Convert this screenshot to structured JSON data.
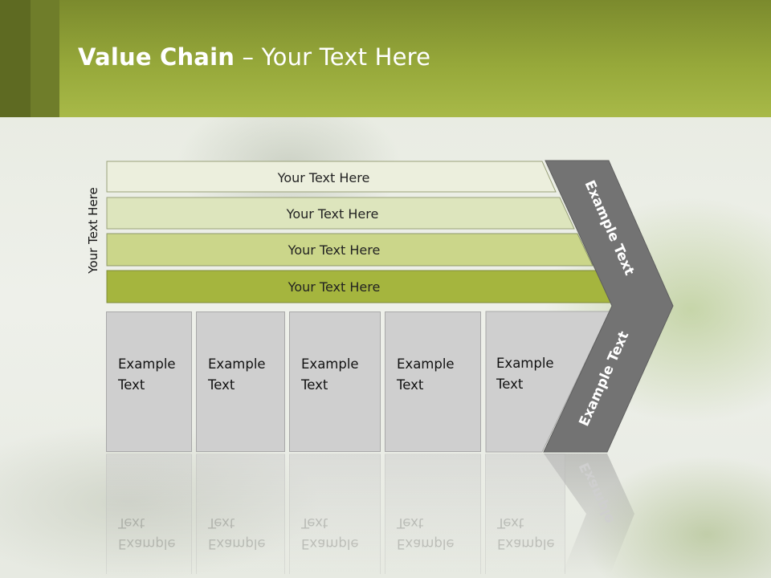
{
  "slide": {
    "title_bold": "Value Chain",
    "title_rest": " – Your Text Here",
    "side_label": "Your Text Here",
    "bars": [
      "Your Text Here",
      "Your Text Here",
      "Your Text Here",
      "Your Text Here"
    ],
    "bar_colors": [
      "#ecefdd",
      "#dde5bd",
      "#cbd68a",
      "#a5b53e"
    ],
    "boxes": [
      {
        "line1": "Example",
        "line2": "Text"
      },
      {
        "line1": "Example",
        "line2": "Text"
      },
      {
        "line1": "Example",
        "line2": "Text"
      },
      {
        "line1": "Example",
        "line2": "Text"
      },
      {
        "line1": "Example",
        "line2": "Text"
      }
    ],
    "chevron_top_label": "Example Text",
    "chevron_bottom_label": "Example Text",
    "chevron_color": "#737373"
  }
}
